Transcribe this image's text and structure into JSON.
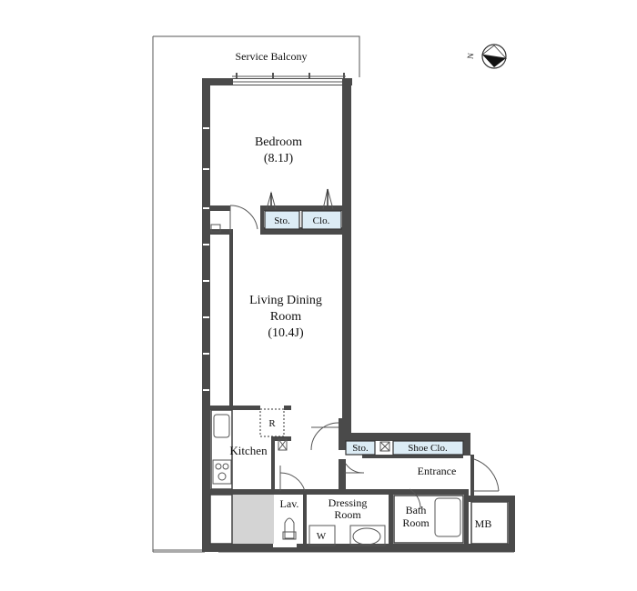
{
  "rooms": {
    "service_balcony": "Service Balcony",
    "bedroom": "Bedroom",
    "bedroom_size": "(8.1J)",
    "living_line1": "Living Dining",
    "living_line2": "Room",
    "living_size": "(10.4J)",
    "kitchen": "Kitchen",
    "lav": "Lav.",
    "dressing_line1": "Dressing",
    "dressing_line2": "Room",
    "bath_line1": "Bath",
    "bath_line2": "Room",
    "entrance": "Entrance",
    "mb": "MB"
  },
  "storage": {
    "sto_bedroom": "Sto.",
    "clo_bedroom": "Clo.",
    "sto_entrance": "Sto.",
    "shoe_clo": "Shoe Clo."
  },
  "fixtures": {
    "refrigerator": "R",
    "washer": "W"
  },
  "compass": {
    "north": "N"
  },
  "colors": {
    "wall": "#4a4a4a",
    "storage_fill": "#dcecf5",
    "floor_gray": "#d4d4d4"
  }
}
